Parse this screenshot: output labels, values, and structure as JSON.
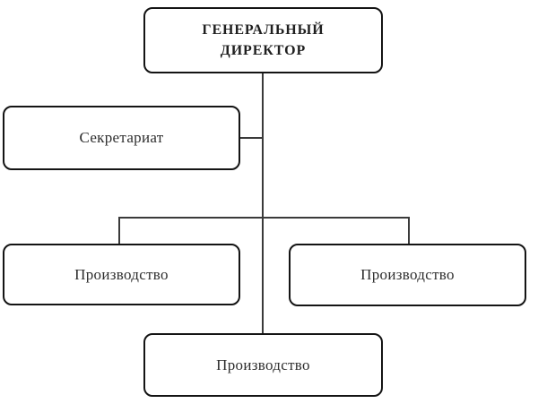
{
  "diagram": {
    "type": "org-chart",
    "nodes": {
      "director": {
        "label": "ГЕНЕРАЛЬНЫЙ ДИРЕКТОР"
      },
      "secretariat": {
        "label": "Секретариат"
      },
      "production_left": {
        "label": "Производство"
      },
      "production_right": {
        "label": "Производство"
      },
      "production_bottom": {
        "label": "Производство"
      }
    },
    "edges": [
      {
        "from": "director",
        "to": "secretariat"
      },
      {
        "from": "director",
        "to": "production_left"
      },
      {
        "from": "director",
        "to": "production_right"
      },
      {
        "from": "director",
        "to": "production_bottom"
      }
    ],
    "colors": {
      "background": "#ffffff",
      "node_fill": "#ffffff",
      "node_border": "#141414",
      "connector": "#3a3a3a",
      "text": "#2e2e2e"
    }
  }
}
